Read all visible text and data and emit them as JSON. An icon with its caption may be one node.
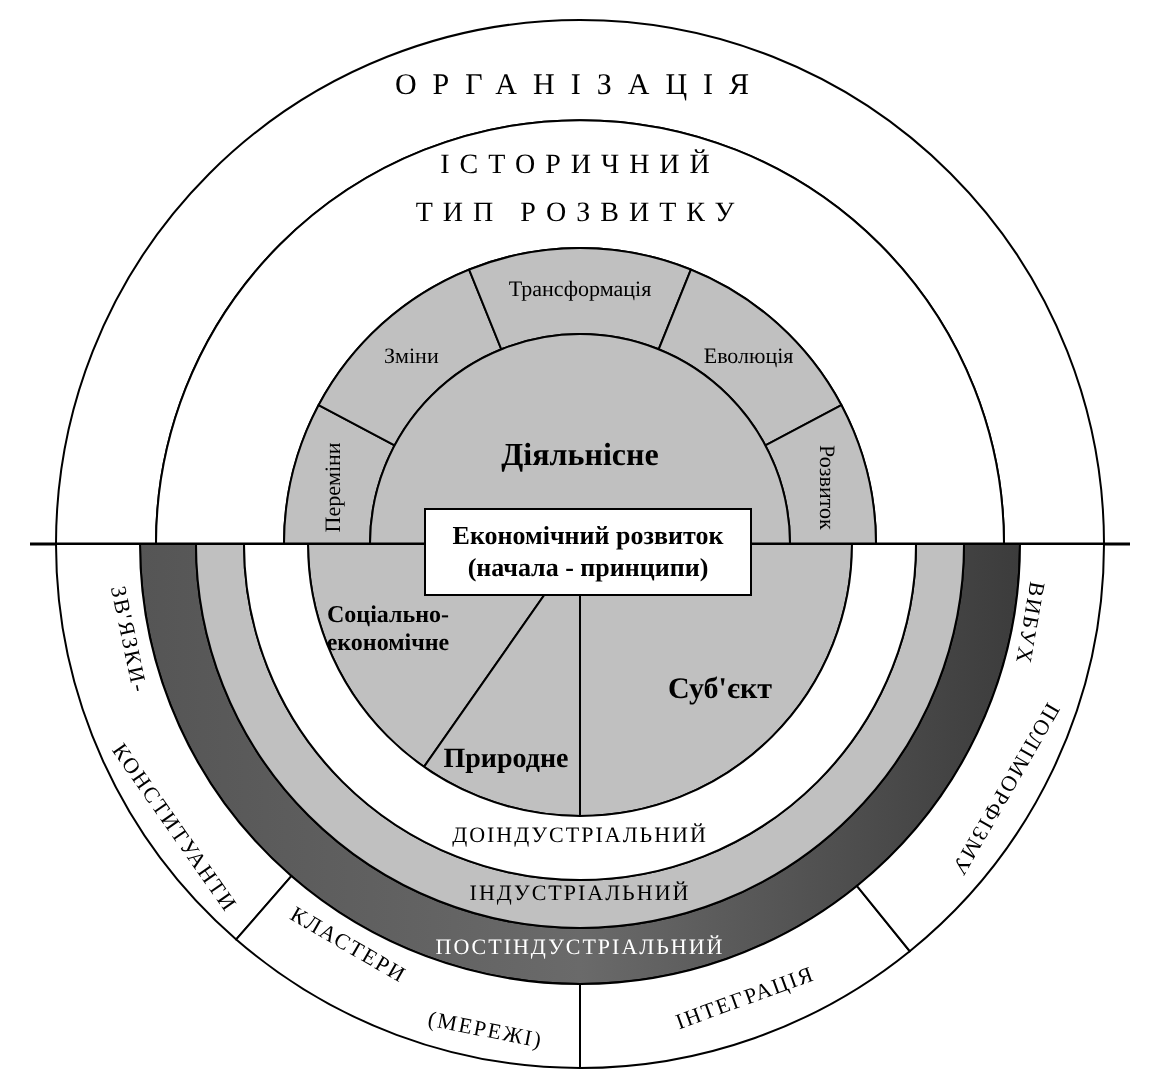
{
  "diagram": {
    "nodes": [
      {
        "text": [
          "ОРГАНІЗАЦІЯ"
        ]
      },
      {
        "text": [
          "ІСТОРИЧНИЙ",
          "ТИП РОЗВИТКУ"
        ]
      },
      {
        "text": [
          "Переміни"
        ]
      },
      {
        "text": [
          "Зміни"
        ]
      },
      {
        "text": [
          "Трансформація"
        ]
      },
      {
        "text": [
          "Еволюція"
        ]
      },
      {
        "text": [
          "Розвиток"
        ]
      },
      {
        "text": [
          "Діяльнісне"
        ]
      },
      {
        "text": [
          "Економічний розвиток (начала - принципи)"
        ]
      },
      {
        "text": [
          "Соціально-економічне"
        ]
      },
      {
        "text": [
          "Природне"
        ]
      },
      {
        "text": [
          "Суб'єкт"
        ]
      },
      {
        "text": [
          "ПОСТІНДУСТРІАЛЬНИЙ"
        ]
      },
      {
        "text": [
          "ІНДУСТРІАЛЬНИЙ"
        ]
      },
      {
        "text": [
          "ДОІНДУСТРІАЛЬНИЙ"
        ]
      },
      {
        "text": [
          "ЗВ'ЯЗКИ-",
          "КОНСТИТУАНТИ"
        ]
      },
      {
        "text": [
          "КЛАСТЕРИ",
          "(МЕРЕЖІ)"
        ]
      },
      {
        "text": [
          "ІНТЕГРАЦІЯ"
        ]
      },
      {
        "text": [
          "ПОЛІМОРФІЗМУ",
          "ВИБУХ"
        ]
      }
    ]
  }
}
